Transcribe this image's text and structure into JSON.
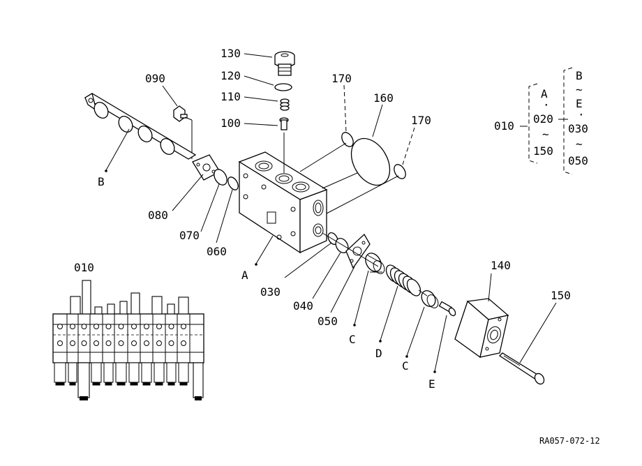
{
  "labels": {
    "p130": "130",
    "p120": "120",
    "p110": "110",
    "p100": "100",
    "p090": "090",
    "p170a": "170",
    "p170b": "170",
    "p160": "160",
    "pB": "B",
    "p080": "080",
    "p070": "070",
    "p060": "060",
    "pA": "A",
    "p030": "030",
    "p040": "040",
    "p050": "050",
    "pC1": "C",
    "pD": "D",
    "pC2": "C",
    "pE": "E",
    "p140": "140",
    "p150": "150",
    "p010": "010"
  },
  "ranges": {
    "p010": "010",
    "left_top": "A",
    "left_dot": "·",
    "left_mid": "020",
    "left_tilde": "~",
    "left_bot": "150",
    "right_top": "B",
    "right_tilde1": "~",
    "right_mid": "E",
    "right_dot": "·",
    "right_mid2": "030",
    "right_tilde2": "~",
    "right_bot": "050"
  },
  "assembly": {
    "label": "010"
  },
  "footer": {
    "ref": "RA057-072-12"
  }
}
